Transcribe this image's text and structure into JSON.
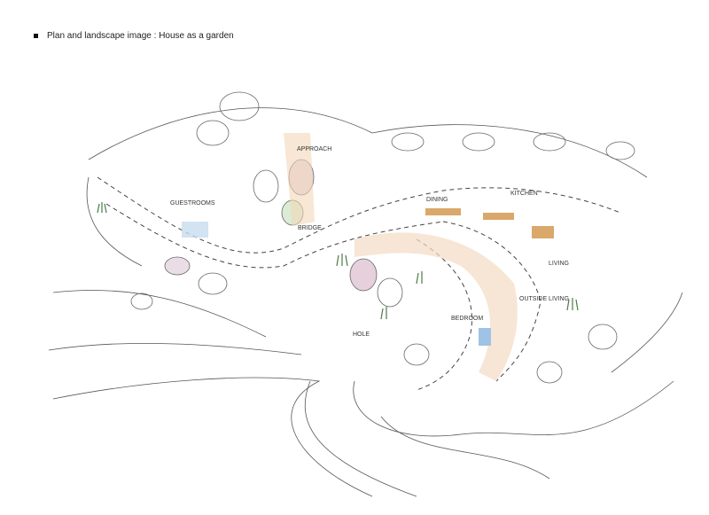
{
  "title": "Plan and landscape image :  House as a garden",
  "labels": {
    "guestrooms": "GUESTROOMS",
    "approach": "APPROACH",
    "bridge": "BRIDGE",
    "dining": "DINING",
    "kitchen": "KITCHEN",
    "living": "LIVING",
    "outside_living": "OUTSIDE LIVING",
    "bedroom": "BEDROOM",
    "hole": "HOLE"
  }
}
